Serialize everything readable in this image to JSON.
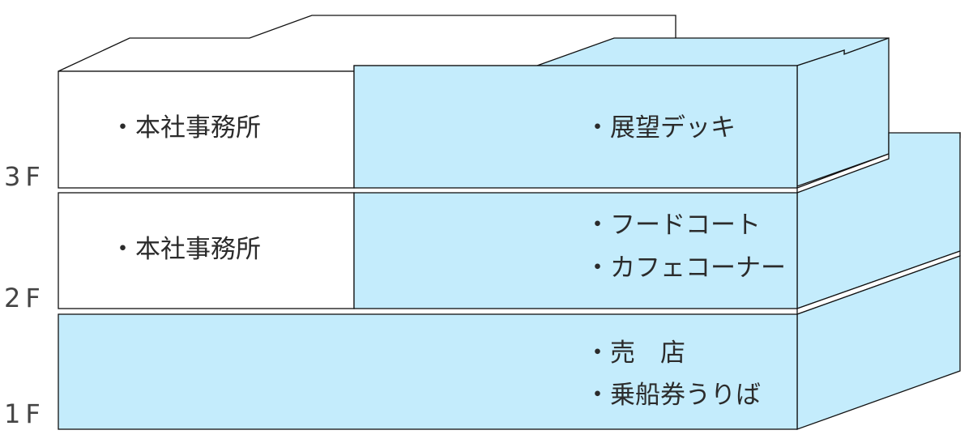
{
  "colors": {
    "accent_fill": "#c4ecfc",
    "outline": "#111111",
    "text": "#2b2b2b"
  },
  "floors": [
    {
      "label": "3F",
      "left_items": [
        "・本社事務所"
      ],
      "right_items": [
        "・展望デッキ"
      ]
    },
    {
      "label": "2F",
      "left_items": [
        "・本社事務所"
      ],
      "right_items": [
        "・フードコート",
        "・カフェコーナー"
      ]
    },
    {
      "label": "1F",
      "left_items": [],
      "right_items": [
        "・売　店",
        "・乗船券うりば"
      ]
    }
  ]
}
